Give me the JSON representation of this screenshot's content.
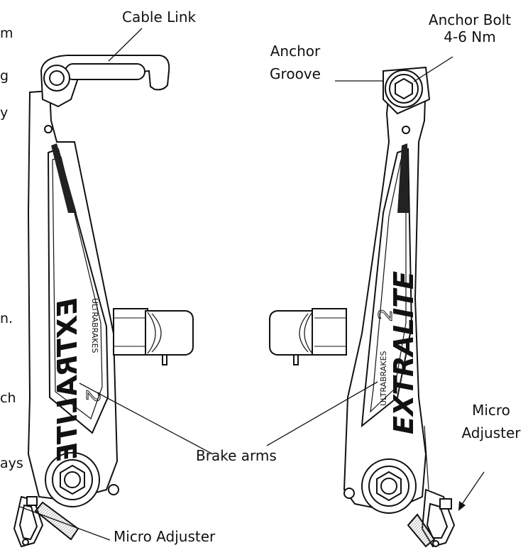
{
  "labels": {
    "cable_link": "Cable Link",
    "anchor_bolt_line1": "Anchor Bolt",
    "anchor_bolt_line2": "4-6 Nm",
    "anchor_groove_line1": "Anchor",
    "anchor_groove_line2": "Groove",
    "brake_arms": "Brake arms",
    "micro_adjuster_bottom": "Micro Adjuster",
    "micro_adjuster_right_line1": "Micro",
    "micro_adjuster_right_line2": "Adjuster"
  },
  "cropped_text": [
    "m",
    "g",
    "y",
    "n.",
    "ch",
    "ays"
  ],
  "brand": {
    "series": "ULTRABRAKES",
    "generation": "2",
    "product": "EXTRALITE"
  },
  "colors": {
    "ink": "#111111",
    "paper": "#ffffff",
    "shade": "#cfcfcf"
  }
}
